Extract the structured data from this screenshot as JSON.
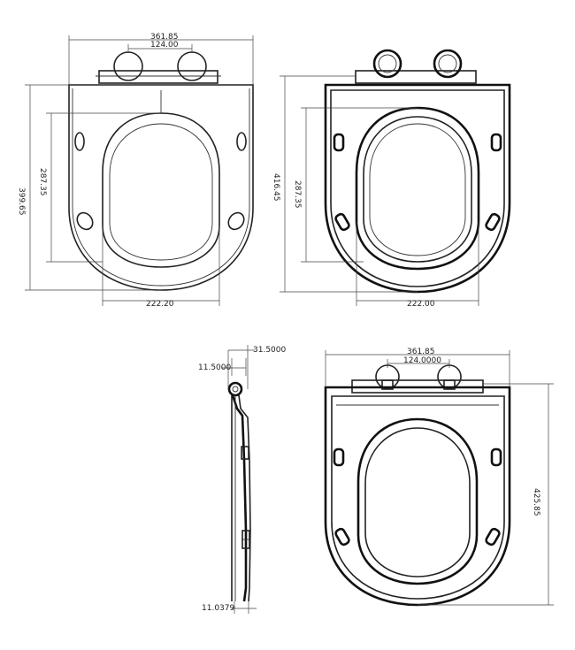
{
  "views": {
    "top_left": {
      "width": "361.85",
      "hinge_spacing": "124.00",
      "overall_length": "399.65",
      "opening_length": "287.35",
      "opening_width": "222.20"
    },
    "top_right": {
      "overall_length": "416.45",
      "opening_length": "287.35",
      "opening_width": "222.00"
    },
    "side": {
      "thickness": "31.5000",
      "hinge_offset": "11.5000",
      "base_thickness": "11.0379"
    },
    "bottom_right": {
      "width": "361.85",
      "hinge_spacing": "124.0000",
      "overall_length": "425.85"
    }
  }
}
